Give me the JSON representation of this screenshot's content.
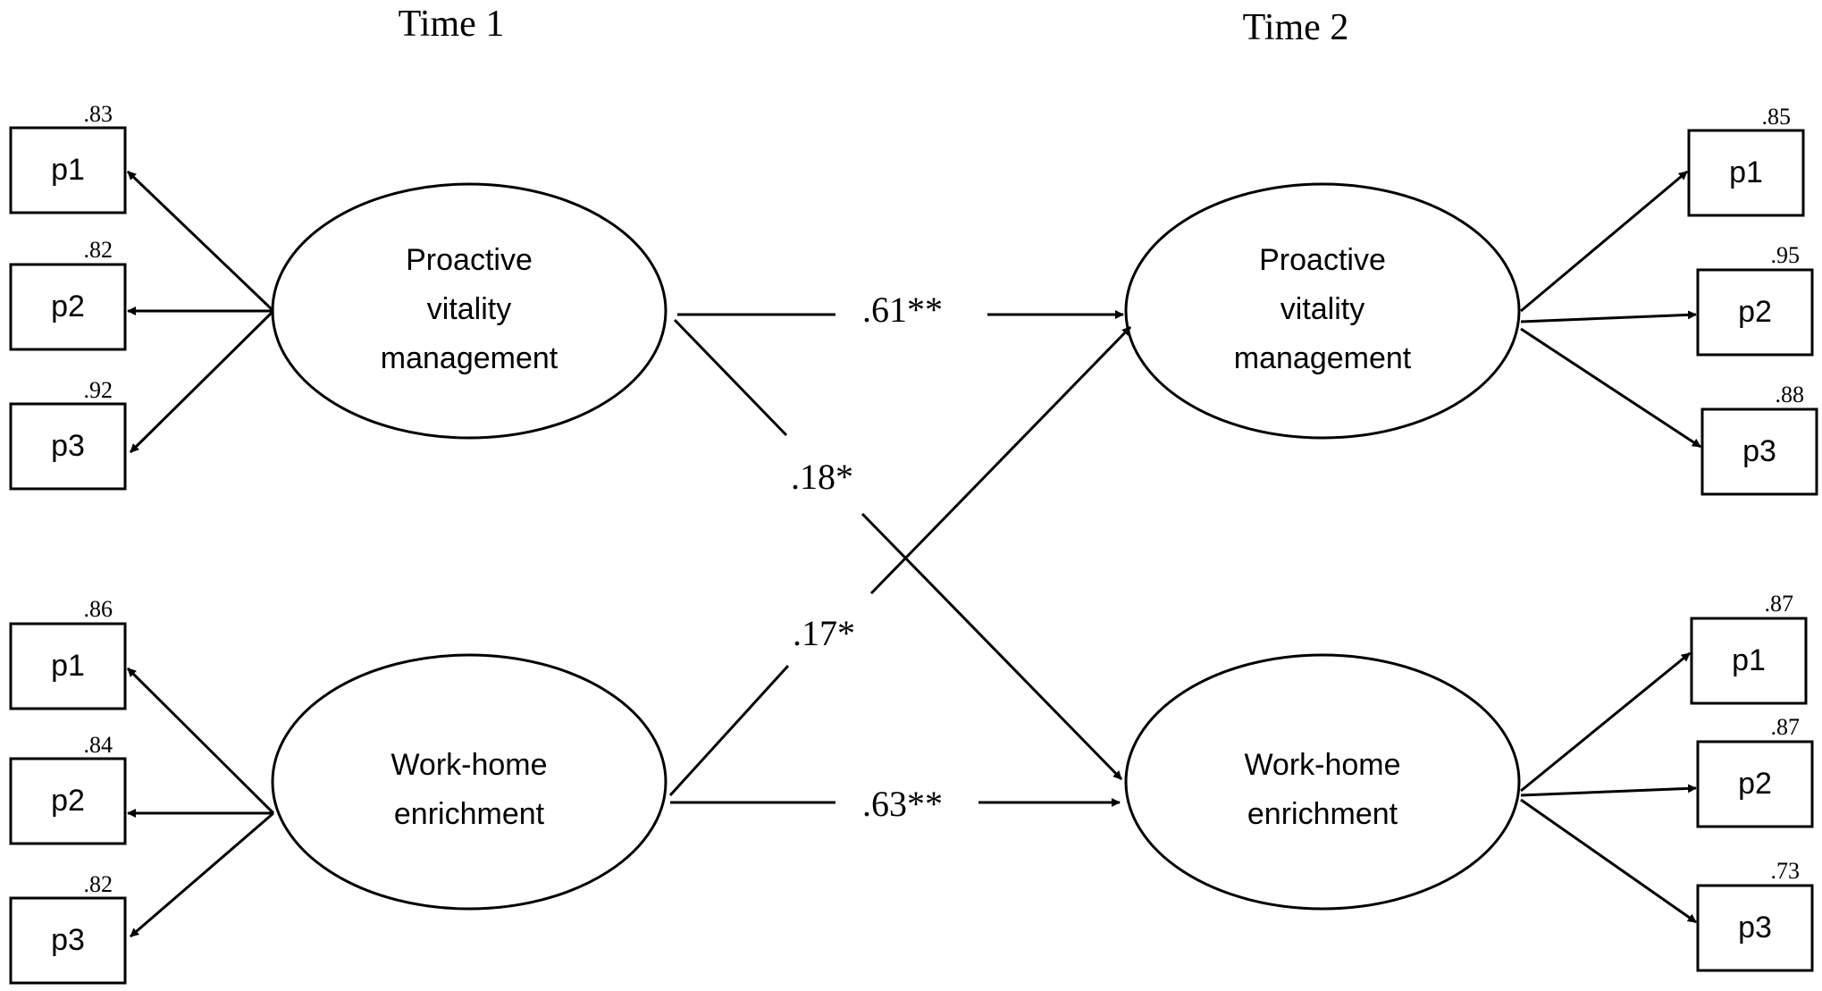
{
  "time_labels": [
    "Time 1",
    "Time 2"
  ],
  "constructs": {
    "pvm_t1": [
      "Proactive",
      "vitality",
      "management"
    ],
    "whe_t1": [
      "Work-home",
      "enrichment"
    ],
    "pvm_t2": [
      "Proactive",
      "vitality",
      "management"
    ],
    "whe_t2": [
      "Work-home",
      "enrichment"
    ]
  },
  "indicators": {
    "pvm_t1": [
      {
        "label": "p1",
        "loading": ".83"
      },
      {
        "label": "p2",
        "loading": ".82"
      },
      {
        "label": "p3",
        "loading": ".92"
      }
    ],
    "whe_t1": [
      {
        "label": "p1",
        "loading": ".86"
      },
      {
        "label": "p2",
        "loading": ".84"
      },
      {
        "label": "p3",
        "loading": ".82"
      }
    ],
    "pvm_t2": [
      {
        "label": "p1",
        "loading": ".85"
      },
      {
        "label": "p2",
        "loading": ".95"
      },
      {
        "label": "p3",
        "loading": ".88"
      }
    ],
    "whe_t2": [
      {
        "label": "p1",
        "loading": ".87"
      },
      {
        "label": "p2",
        "loading": ".87"
      },
      {
        "label": "p3",
        "loading": ".73"
      }
    ]
  },
  "paths": {
    "pvm_stability": ".61**",
    "whe_stability": ".63**",
    "pvm_to_whe": ".18*",
    "whe_to_pvm": ".17*"
  }
}
